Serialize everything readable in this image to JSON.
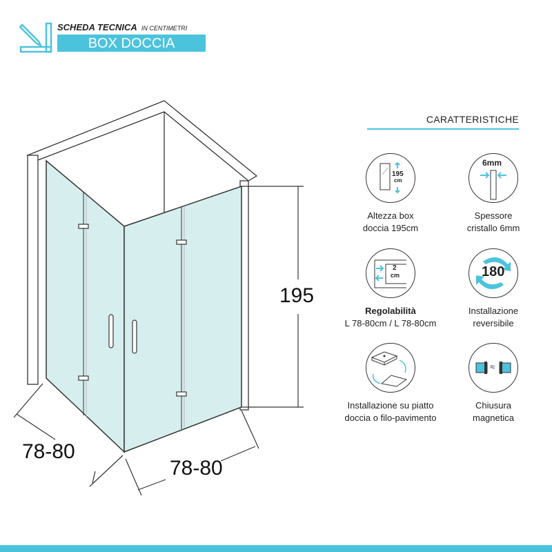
{
  "header": {
    "title": "SCHEDA TECNICA",
    "subtitle": "IN CENTIMETRI",
    "banner": "BOX DOCCIA"
  },
  "features_title": "CARATTERISTICHE",
  "features": [
    {
      "icon": "height-icon",
      "line1": "Altezza box",
      "line2": "doccia 195cm",
      "icon_text": "195",
      "icon_unit": "cm"
    },
    {
      "icon": "glass-thickness-icon",
      "line1": "Spessore",
      "line2": "cristallo 6mm",
      "icon_text": "6mm"
    },
    {
      "icon": "adjustability-icon",
      "line1": "Regolabilità",
      "line2": "L 78-80cm / L 78-80cm",
      "icon_text": "2",
      "icon_unit": "cm"
    },
    {
      "icon": "reversible-icon",
      "line1": "Installazione",
      "line2": "reversibile",
      "icon_text": "180"
    },
    {
      "icon": "tray-floor-icon",
      "line1": "Installazione su piatto",
      "line2": "doccia o filo-pavimento"
    },
    {
      "icon": "magnetic-closure-icon",
      "line1": "Chiusura",
      "line2": "magnetica",
      "icon_text": "≈"
    }
  ],
  "dimensions": {
    "height": "195",
    "left_width": "78-80",
    "right_width": "78-80"
  },
  "colors": {
    "accent": "#4cc3dd",
    "glass": "#d6eeee"
  }
}
